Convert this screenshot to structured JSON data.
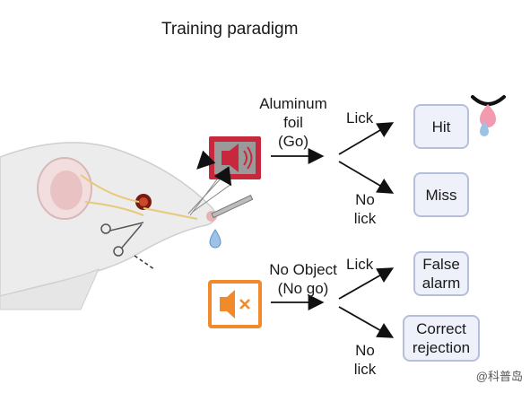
{
  "title": "Training paradigm",
  "go": {
    "stimulus_lines": [
      "Aluminum",
      "foil",
      "(Go)"
    ],
    "lick_label": "Lick",
    "nolick_lines": [
      "No",
      "lick"
    ],
    "outcome_lick": "Hit",
    "outcome_nolick": "Miss"
  },
  "nogo": {
    "stimulus_lines": [
      "No Object",
      "(No go)"
    ],
    "lick_label": "Lick",
    "nolick_lines": [
      "No",
      "lick"
    ],
    "outcome_lick_lines": [
      "False",
      "alarm"
    ],
    "outcome_nolick_lines": [
      "Correct",
      "rejection"
    ]
  },
  "watermark": "@科普岛",
  "icons": [
    "mouse-illustration",
    "speaker-icon",
    "muted-speaker-icon",
    "reward-drop-icon",
    "water-drop-icon",
    "lick-spout-icon"
  ],
  "colors": {
    "go_frame": "#c8283c",
    "nogo_frame": "#f08a2a",
    "box_fill": "#eef1fa",
    "box_border": "#b5bfd9"
  }
}
